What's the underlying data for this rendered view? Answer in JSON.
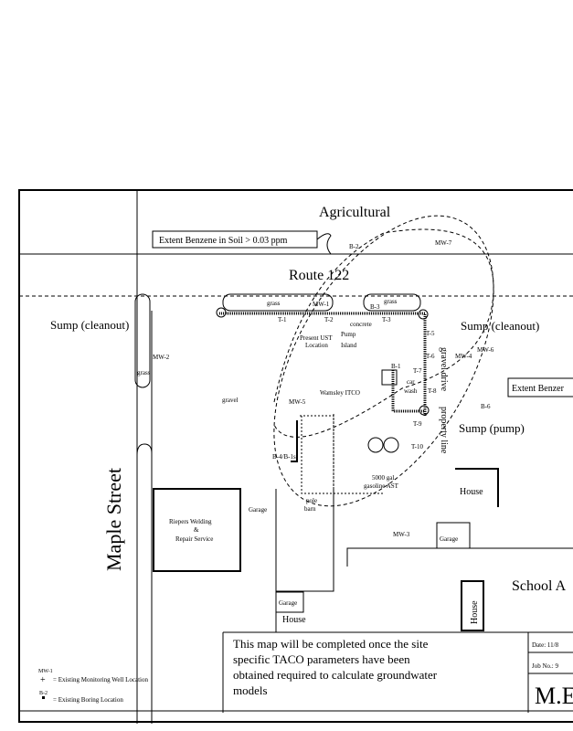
{
  "map": {
    "north_area": "Agricultural",
    "road_top": "Route 122",
    "road_left": "Maple Street",
    "road_bottom": "School A",
    "benzene_label_left": "Extent Benzene in Soil > 0.03 ppm",
    "benzene_label_right": "Extent Benzer",
    "sump_left": "Sump (cleanout)",
    "sump_right": "Sump (cleanout)",
    "sump_pump": "Sump (pump)",
    "property_line": "property line",
    "gravel_drive": "gravel drive",
    "grass_1": "grass",
    "grass_2": "grass",
    "grass_3": "grass",
    "gravel": "gravel",
    "concrete": "concrete",
    "ust_location": [
      "Present UST",
      "Location"
    ],
    "pump_island": [
      "Pump",
      "Island"
    ],
    "building_main": "Wamsley ITCO",
    "car_wash": [
      "car",
      "wash"
    ],
    "ast": [
      "5000 gal.",
      "gasoline AST"
    ],
    "welding": [
      "Riepers Welding",
      "&",
      "Repair Service"
    ],
    "garage_1": "Garage",
    "garage_2": "Garage",
    "garage_3": "Garage",
    "pole_barn": [
      "pole",
      "barn"
    ],
    "house_1": "House",
    "house_2": "House",
    "house_3": "House",
    "wells": [
      "MW-1",
      "MW-2",
      "MW-3",
      "MW-4",
      "MW-5",
      "MW-6",
      "MW-7"
    ],
    "borings": [
      "B-1",
      "B-2",
      "B-3",
      "B-4/B-1s",
      "B-6"
    ],
    "trenches": [
      "T-1",
      "T-2",
      "T-3",
      "T-5",
      "T-6",
      "T-7",
      "T-8",
      "T-9",
      "T-10"
    ]
  },
  "legend": {
    "well_symbol_label": "MW-1",
    "well_text": "= Existing Monitoring Well Location",
    "boring_symbol_label": "B-2",
    "boring_text": "= Existing Boring Location"
  },
  "note": {
    "lines": [
      "This map will be completed once the site",
      "specific TACO parameters have been",
      "obtained required to calculate groundwater",
      "models"
    ]
  },
  "title_block": {
    "date": "Date: 11/8",
    "job_no": "Job No.: 9",
    "company": "M.E"
  }
}
